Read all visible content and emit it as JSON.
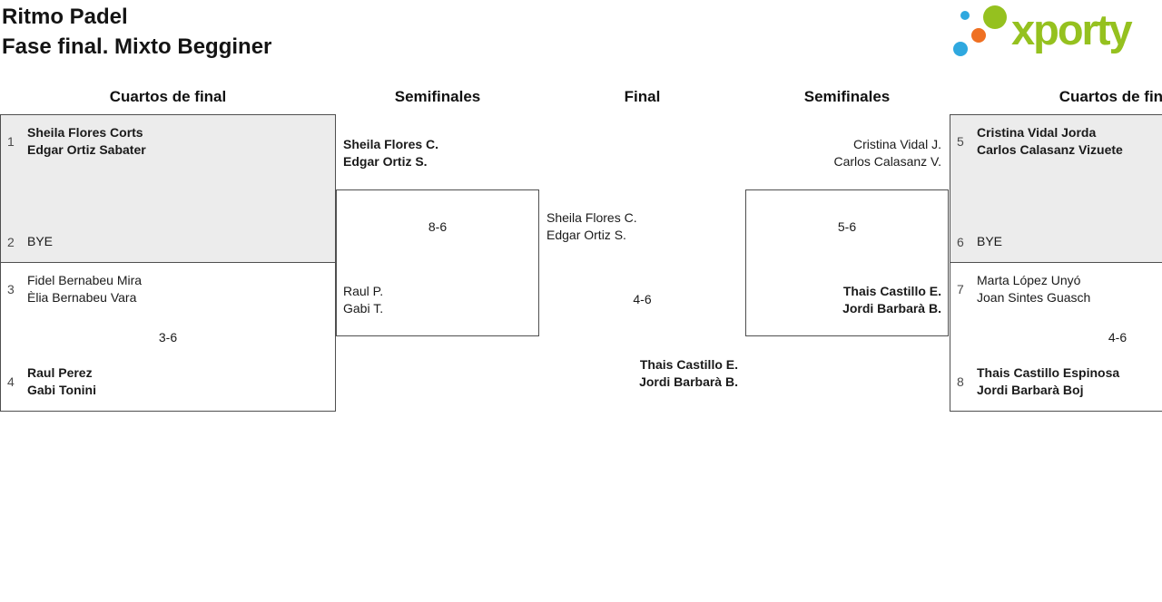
{
  "page": {
    "title": "Ritmo Padel",
    "subtitle": "Fase final. Mixto Begginer"
  },
  "logo": {
    "text": "xporty",
    "green": "#95c11f",
    "blue": "#2fa8df",
    "orange": "#ef7022"
  },
  "round_headers": {
    "left_quarterfinals": "Cuartos de final",
    "left_semifinals": "Semifinales",
    "final": "Final",
    "right_semifinals": "Semifinales",
    "right_quarterfinals": "Cuartos de final"
  },
  "matches": {
    "qf_left_top": {
      "seed_top": "1",
      "team_top_line1": "Sheila Flores Corts",
      "team_top_line2": "Edgar Ortiz Sabater",
      "seed_bottom": "2",
      "team_bottom_line1": "BYE",
      "score": ""
    },
    "qf_left_bottom": {
      "seed_top": "3",
      "team_top_line1": "Fidel Bernabeu Mira",
      "team_top_line2": "Èlia Bernabeu Vara",
      "score": "3-6",
      "seed_bottom": "4",
      "team_bottom_line1": "Raul Perez",
      "team_bottom_line2": "Gabi Tonini"
    },
    "sf_left": {
      "team_top_line1": "Sheila Flores C.",
      "team_top_line2": "Edgar Ortiz S.",
      "score": "8-6",
      "team_bottom_line1": "Raul P.",
      "team_bottom_line2": "Gabi T."
    },
    "final": {
      "team_top_line1": "Sheila Flores C.",
      "team_top_line2": "Edgar Ortiz S.",
      "score": "4-6",
      "team_bottom_line1": "Thais Castillo E.",
      "team_bottom_line2": "Jordi Barbarà B."
    },
    "sf_right": {
      "team_top_line1": "Cristina Vidal J.",
      "team_top_line2": "Carlos Calasanz V.",
      "score": "5-6",
      "team_bottom_line1": "Thais Castillo E.",
      "team_bottom_line2": "Jordi Barbarà B."
    },
    "qf_right_top": {
      "seed_top": "5",
      "team_top_line1": "Cristina Vidal Jorda",
      "team_top_line2": "Carlos Calasanz Vizuete",
      "seed_bottom": "6",
      "team_bottom_line1": "BYE",
      "score": ""
    },
    "qf_right_bottom": {
      "seed_top": "7",
      "team_top_line1": "Marta López Unyó",
      "team_top_line2": "Joan Sintes Guasch",
      "score": "4-6",
      "seed_bottom": "8",
      "team_bottom_line1": "Thais Castillo Espinosa",
      "team_bottom_line2": "Jordi Barbarà Boj"
    }
  }
}
